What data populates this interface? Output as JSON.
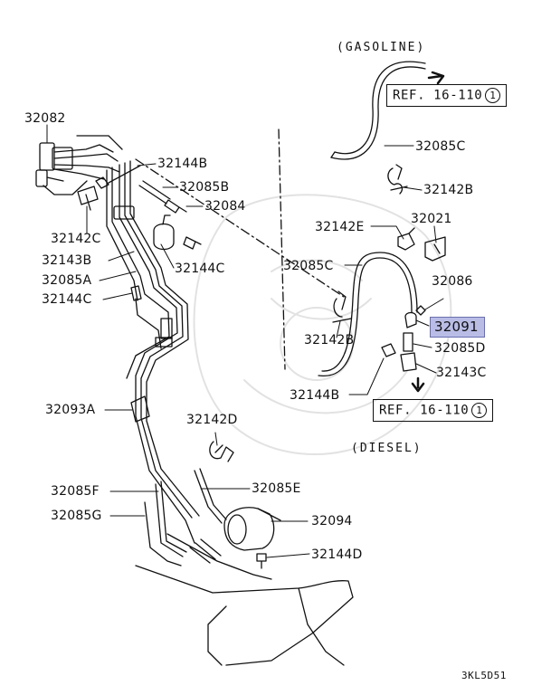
{
  "labels": {
    "l32082": "32082",
    "l32144B_top": "32144B",
    "l32085B": "32085B",
    "l32084": "32084",
    "l32142C": "32142C",
    "l32143B": "32143B",
    "l32144C_right": "32144C",
    "l32085A": "32085A",
    "l32144C_left": "32144C",
    "l32093A": "32093A",
    "l32142D": "32142D",
    "l32085F": "32085F",
    "l32085E": "32085E",
    "l32085G": "32085G",
    "l32094": "32094",
    "l32144D": "32144D",
    "l32085C_top": "32085C",
    "l32142B_top": "32142B",
    "l32142E": "32142E",
    "l32021": "32021",
    "l32085C_mid": "32085C",
    "l32086": "32086",
    "l32091": "32091",
    "l32142B_mid": "32142B",
    "l32085D": "32085D",
    "l32143C": "32143C",
    "l32144B_bottom": "32144B"
  },
  "notes": {
    "gasoline": "(GASOLINE)",
    "diesel": "(DIESEL)"
  },
  "refs": {
    "top_text": "REF. 16-110",
    "top_num": "1",
    "bottom_text": "REF. 16-110",
    "bottom_num": "1"
  },
  "highlight_color": "#b9bde6",
  "drawing_code": "3KL5D51"
}
